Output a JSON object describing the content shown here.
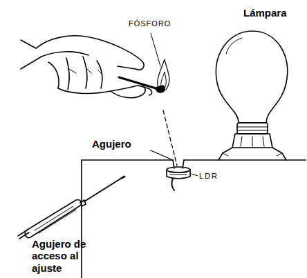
{
  "diagram": {
    "labels": [
      "FÓSFORO",
      "Lámpara",
      "Agujero",
      "LDR",
      "Agujero de acceso al ajuste"
    ]
  }
}
